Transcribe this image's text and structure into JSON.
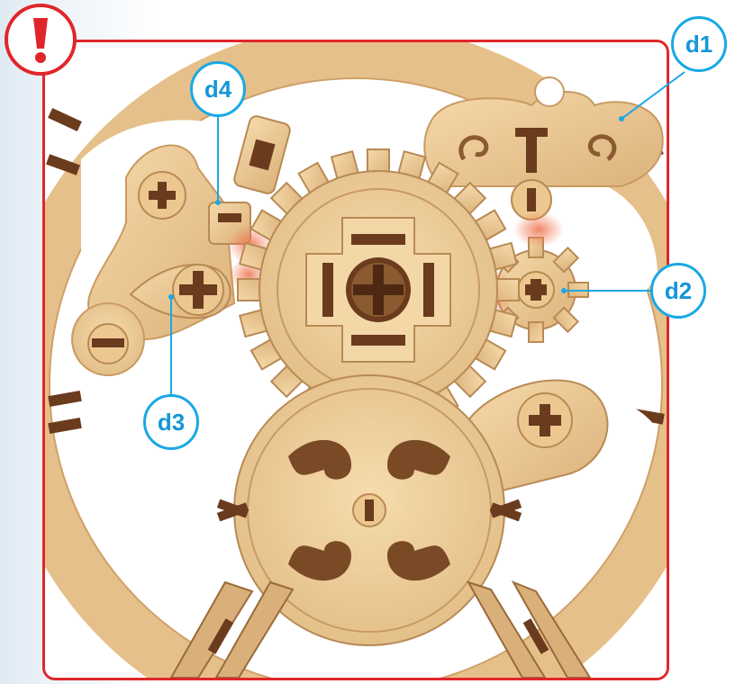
{
  "warning": {
    "icon": "exclamation-icon",
    "color": "#e0262a"
  },
  "frame": {
    "border_color": "#e0262a"
  },
  "callouts": {
    "d1": "d1",
    "d2": "d2",
    "d3": "d3",
    "d4": "d4"
  },
  "colors": {
    "callout": "#1aa8e4",
    "wood": "#efcf9e",
    "wood_dark": "#6b3b1e",
    "highlight": "#f28a6a"
  }
}
